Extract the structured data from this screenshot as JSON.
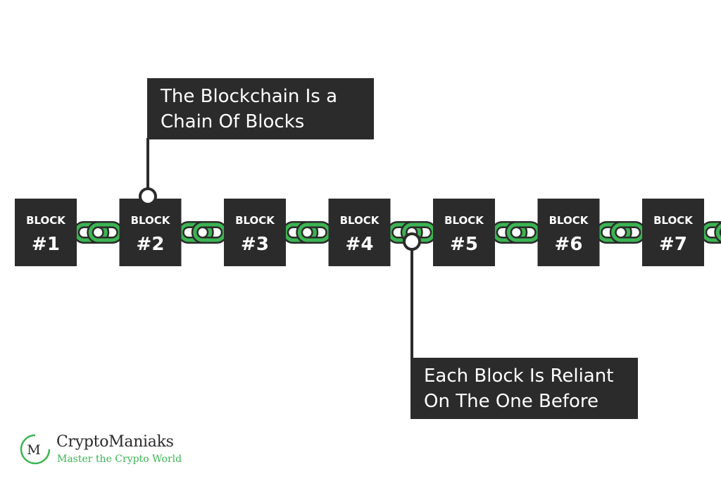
{
  "callouts": {
    "top": [
      "The Blockchain Is a",
      "Chain Of Blocks"
    ],
    "bottom": [
      "Each Block Is Reliant",
      "On The One Before"
    ]
  },
  "blocks": [
    {
      "label": "BLOCK",
      "number": "#1"
    },
    {
      "label": "BLOCK",
      "number": "#2"
    },
    {
      "label": "BLOCK",
      "number": "#3"
    },
    {
      "label": "BLOCK",
      "number": "#4"
    },
    {
      "label": "BLOCK",
      "number": "#5"
    },
    {
      "label": "BLOCK",
      "number": "#6"
    },
    {
      "label": "BLOCK",
      "number": "#7"
    }
  ],
  "logo": {
    "mark_letter": "M",
    "name": "CryptoManiaks",
    "tagline": "Master the Crypto World"
  },
  "colors": {
    "block": "#2b2b2b",
    "chain": "#3cb453",
    "chain_outline": "#2b2b2b",
    "background": "#ffffff"
  }
}
